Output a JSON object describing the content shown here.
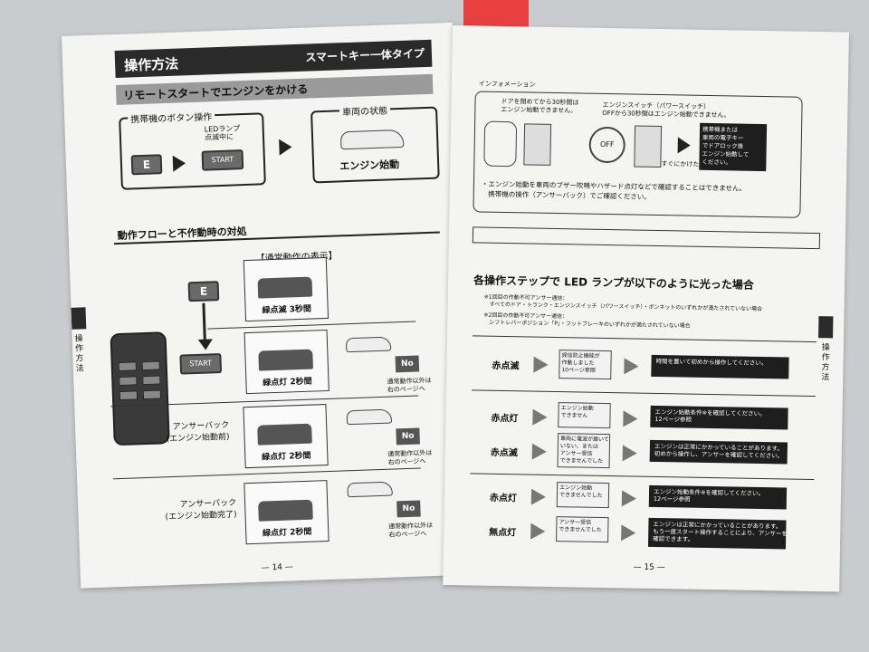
{
  "left_page": {
    "header_title": "操作方法",
    "header_type": "スマートキー一体タイプ",
    "section1_title": "リモートスタートでエンジンをかける",
    "phone_button_op": "携帯機のボタン操作",
    "led_blink": "LEDランプ\n点滅中に",
    "btn_e": "E",
    "btn_start": "START",
    "vehicle_state": "車両の状態",
    "engine_start": "エンジン始動",
    "section2_title": "動作フローと不作動時の対処",
    "normal_display": "【通常動作の表示】",
    "step1": "緑点滅 3秒間",
    "step2": "緑点灯 2秒間",
    "step3": "緑点灯 2秒間",
    "step4": "緑点灯 2秒間",
    "answerback_before": "アンサーバック\n(エンジン始動前)",
    "answerback_done": "アンサーバック\n(エンジン始動完了)",
    "no": "No",
    "no_note": "通常動作以外は\n右のページへ",
    "side_tab": "操作方法",
    "page_number": "— 14 —"
  },
  "right_page": {
    "info_label": "インフォメーション",
    "info_text1": "ドアを閉めてから30秒間は\nエンジン始動できません。",
    "info_text2": "エンジンスイッチ（パワースイッチ）\nOFFから30秒間はエンジン始動できません。",
    "off_label": "OFF",
    "info_note_box": "携帯機または\n車両の電子キー\nでドアロック後\nエンジン始動して\nください。",
    "info_small": "すぐにかけたい場合",
    "info_bullet": "・エンジン始動を車両のブザー吹鳴やハザード点灯などで確認することはできません。\n　携帯機の操作（アンサーバック）でご確認ください。",
    "main_heading": "各操作ステップで LED ランプが以下のように光った場合",
    "note1": "※1回目の作動不可アンサー通信：\n　すべてのドア・トランク・エンジンスイッチ（パワースイッチ）・ボンネットのいずれかが満たされていない場合",
    "note2": "※2回目の作動不可アンサー通信：\n　シフトレバーポジション「P」・フットブレーキのいずれかが満たされていない場合",
    "rows": [
      {
        "label": "赤点滅",
        "cause": "誤信防止機能が\n作動しました\n10ページ参照",
        "action": "時間を置いて初めから操作してください。"
      },
      {
        "label": "赤点灯",
        "cause": "エンジン始動\nできません",
        "action": "エンジン始動条件※を確認してください。\n12ページ参照"
      },
      {
        "label": "赤点滅",
        "cause": "車両に電波が届いて\nいない、または\nアンサー受信\nできませんでした",
        "action": "エンジンは正常にかかっていることがあります。\n初めから操作し、アンサーを確認してください。"
      },
      {
        "label": "赤点灯",
        "cause": "エンジン始動\nできませんでした",
        "action": "エンジン始動条件※を確認してください。\n12ページ参照"
      },
      {
        "label": "無点灯",
        "cause": "アンサー受信\nできませんでした",
        "action": "エンジンは正常にかかっていることがあります。\nもう一度スタート操作することにより、アンサーを\n確認できます。"
      }
    ],
    "side_tab": "操作方法",
    "page_number": "— 15 —"
  }
}
